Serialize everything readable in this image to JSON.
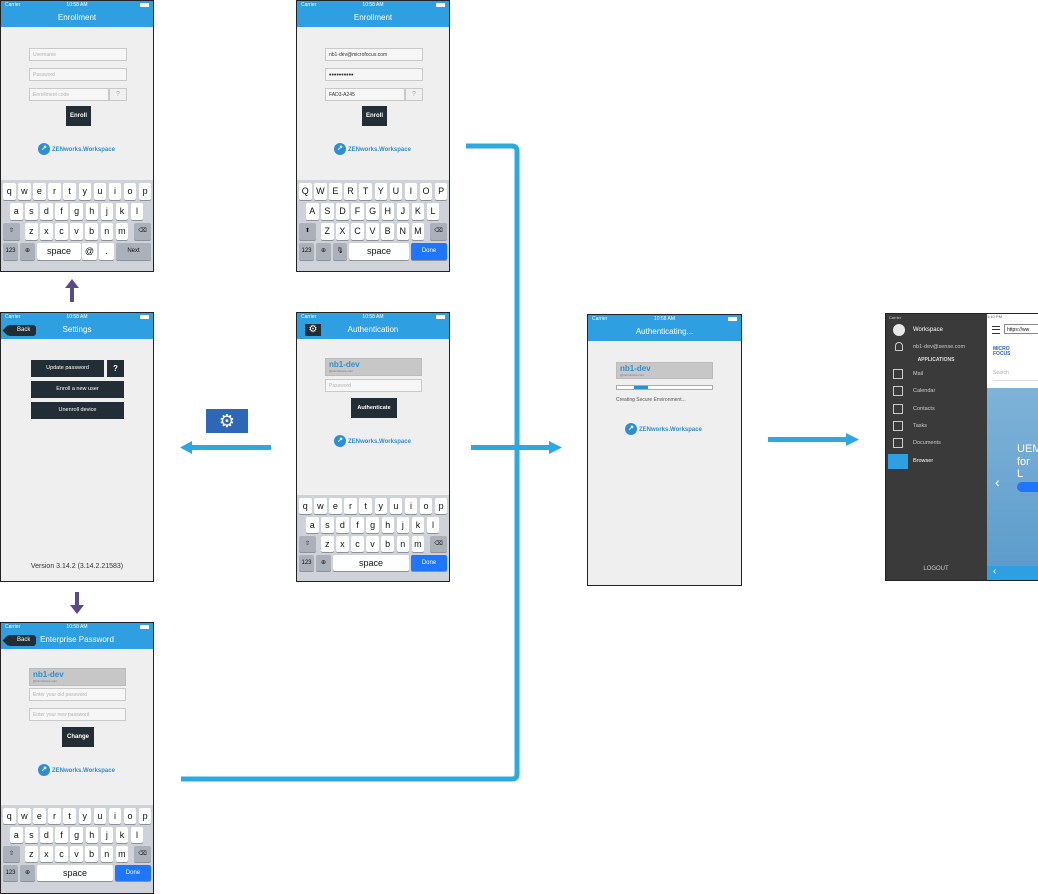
{
  "status": {
    "carrier": "Carrier",
    "time": "10:58 AM",
    "time_browser": "1:10 PM"
  },
  "enrollment": {
    "title": "Enrollment",
    "username_placeholder": "Username",
    "password_placeholder": "Password",
    "enroll_code_placeholder": "Enrollment code",
    "question": "?",
    "enroll_label": "Enroll",
    "logo_text": "ZENworks.Workspace"
  },
  "enrollment_filled": {
    "title": "Enrollment",
    "username_value": "nb1-dev@microfocus.com",
    "password_value": "••••••••••",
    "code_value": "FAD3-A245",
    "question": "?",
    "enroll_label": "Enroll",
    "logo_text": "ZENworks.Workspace"
  },
  "settings": {
    "back_label": "Back",
    "title": "Settings",
    "update_password": "Update password",
    "question": "?",
    "enroll_new_user": "Enroll a new user",
    "unenroll_device": "Unenroll device",
    "version": "Version 3.14.2 (3.14.2.21583)"
  },
  "authentication": {
    "title": "Authentication",
    "user_name": "nb1-dev",
    "user_sub": "@microfocus.com",
    "password_placeholder": "Password",
    "authenticate_label": "Authenticate",
    "logo_text": "ZENworks.Workspace"
  },
  "authenticating": {
    "title": "Authenticating...",
    "user_name": "nb1-dev",
    "user_sub": "@microfocus.com",
    "progress": 0.3,
    "status_text": "Creating Secure Environment...",
    "logo_text": "ZENworks.Workspace"
  },
  "enterprise_password": {
    "back_label": "Back",
    "title": "Enterprise Password",
    "user_name": "nb1-dev",
    "user_sub": "@microfocus.com",
    "old_password_placeholder": "Enter your old password",
    "new_password_placeholder": "Enter your new password",
    "change_label": "Change",
    "logo_text": "ZENworks.Workspace"
  },
  "workspace": {
    "title": "Workspace",
    "user_email": "nb1-dev@sense.com",
    "applications_header": "APPLICATIONS",
    "menu": [
      "Mail",
      "Calendar",
      "Contacts",
      "Tasks",
      "Documents",
      "Browser"
    ],
    "logout": "LOGOUT",
    "url": "https://ww",
    "brand_top": "MICRO",
    "brand_bottom": "FOCUS",
    "search_placeholder": "Search",
    "banner_line1": "UEM",
    "banner_line2": "for L"
  },
  "keyboard": {
    "lower_row1": [
      "q",
      "w",
      "e",
      "r",
      "t",
      "y",
      "u",
      "i",
      "o",
      "p"
    ],
    "lower_row2": [
      "a",
      "s",
      "d",
      "f",
      "g",
      "h",
      "j",
      "k",
      "l"
    ],
    "lower_row3": [
      "z",
      "x",
      "c",
      "v",
      "b",
      "n",
      "m"
    ],
    "upper_row1": [
      "Q",
      "W",
      "E",
      "R",
      "T",
      "Y",
      "U",
      "I",
      "O",
      "P"
    ],
    "upper_row2": [
      "A",
      "S",
      "D",
      "F",
      "G",
      "H",
      "J",
      "K",
      "L"
    ],
    "upper_row3": [
      "Z",
      "X",
      "C",
      "V",
      "B",
      "N",
      "M"
    ],
    "num": "123",
    "space": "space",
    "at": "@",
    "dot": ".",
    "next": "Next",
    "done": "Done",
    "shift": "⇧",
    "shift_filled": "⬆",
    "backspace": "⌫",
    "globe": "⊕",
    "mic": "🎙"
  },
  "colors": {
    "accent": "#2e9fe0",
    "dark_button": "#222d35",
    "flow_arrow": "#2ea8e0",
    "flow_arrow_purple": "#5b4a8a",
    "done_key": "#1f75fe"
  }
}
